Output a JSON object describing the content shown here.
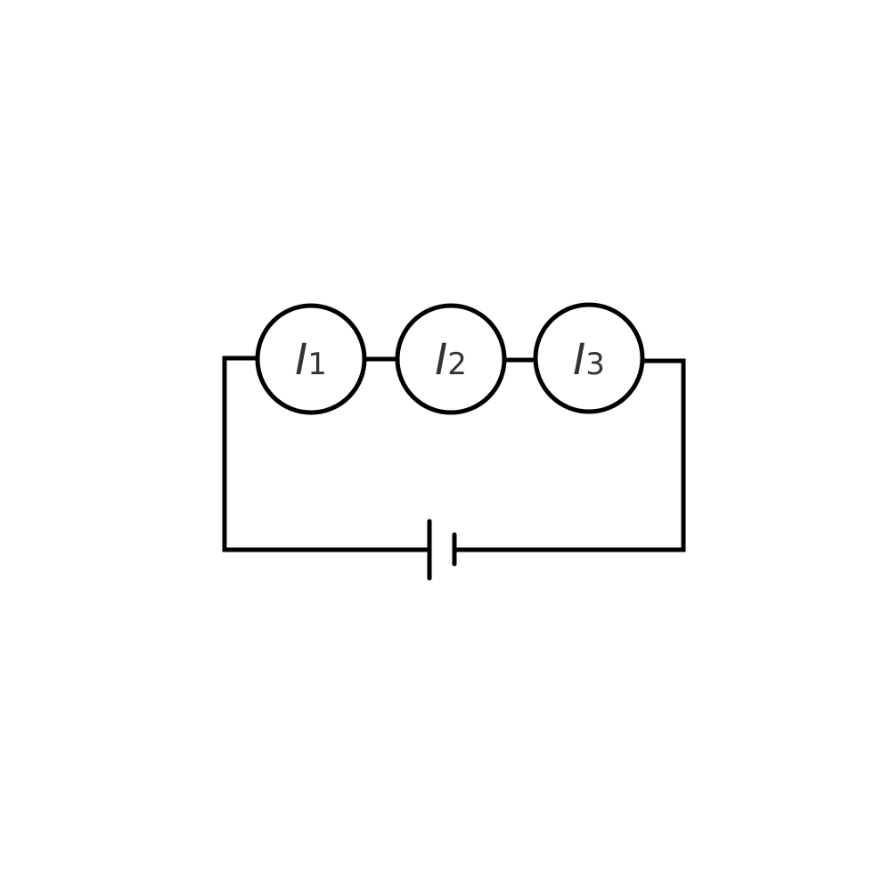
{
  "diagram": {
    "meters": [
      {
        "symbol": "I",
        "subscript": "1"
      },
      {
        "symbol": "I",
        "subscript": "2"
      },
      {
        "symbol": "I",
        "subscript": "3"
      }
    ],
    "colors": {
      "wire": "#000000",
      "label": "#333333",
      "background": "#ffffff"
    }
  }
}
